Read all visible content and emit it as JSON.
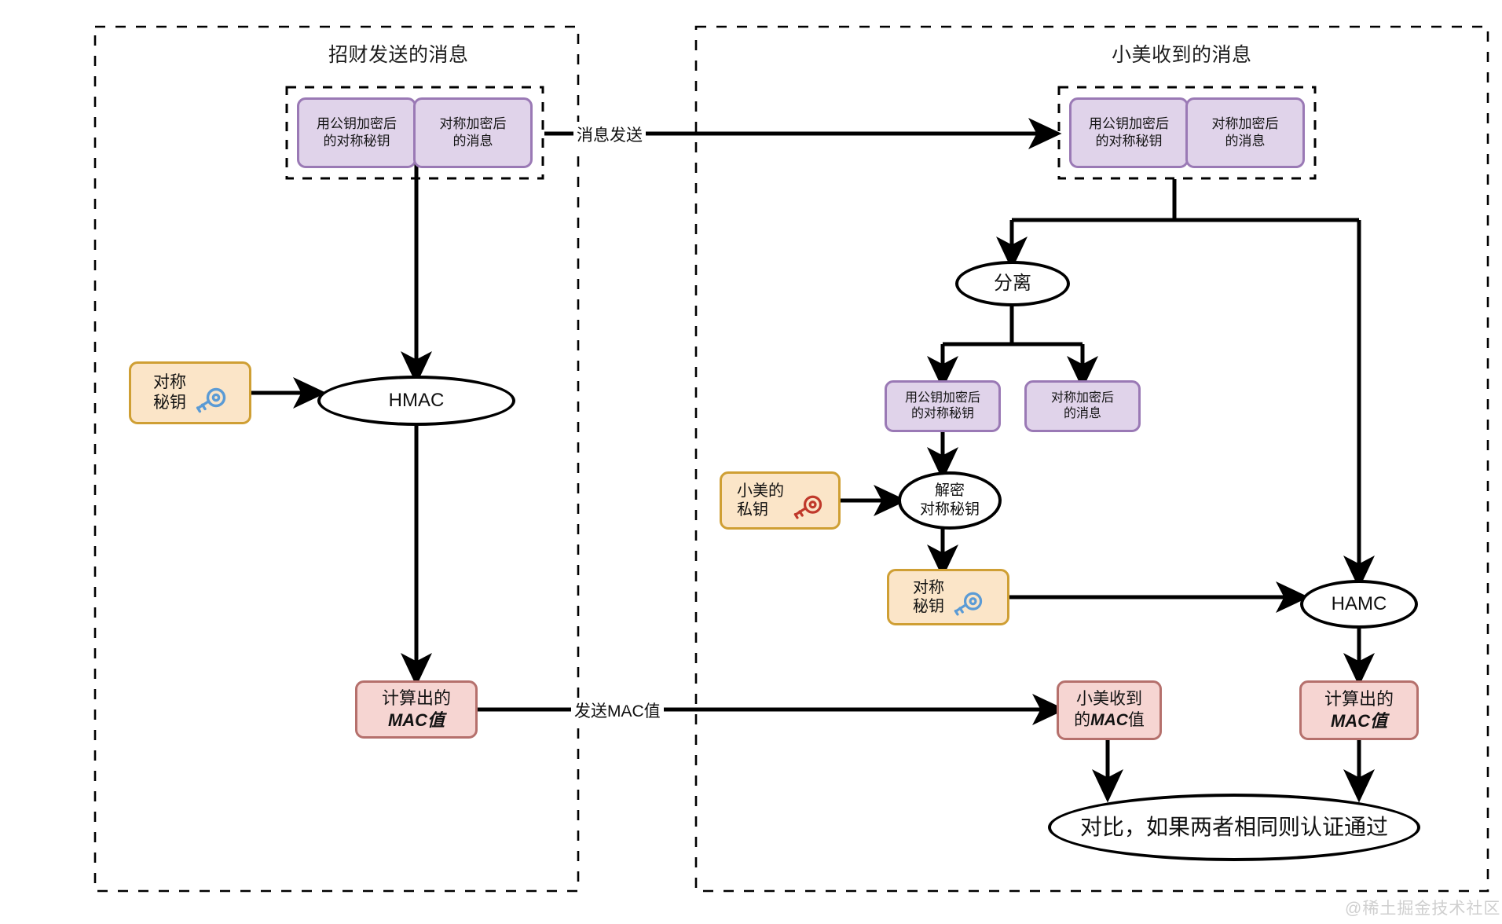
{
  "diagram": {
    "title_sender": "招财发送的消息",
    "title_receiver": "小美收到的消息",
    "watermark": "@稀土掘金技术社区"
  },
  "left_panel": {
    "title": "招财发送的消息",
    "msg_group": {
      "enc_key_box": "用公钥加密后\n的对称秘钥",
      "enc_msg_box": "对称加密后\n的消息"
    },
    "sym_key_box": "对称\n秘钥",
    "hmac_node": "HMAC",
    "mac_box": {
      "line1": "计算出的",
      "line2": "MAC值"
    }
  },
  "right_panel": {
    "title": "小美收到的消息",
    "msg_group": {
      "enc_key_box": "用公钥加密后\n的对称秘钥",
      "enc_msg_box": "对称加密后\n的消息"
    },
    "split_node": "分离",
    "split_out_key": "用公钥加密后\n的对称秘钥",
    "split_out_msg": "对称加密后\n的消息",
    "private_key_box": "小美的\n私钥",
    "decrypt_node": "解密\n对称秘钥",
    "sym_key_box": "对称\n秘钥",
    "hamc_node": "HAMC",
    "received_mac_box": {
      "line1": "小美收到",
      "line2_prefix": "的",
      "line2_italic": "MAC",
      "line2_suffix": "值"
    },
    "computed_mac_box": {
      "line1": "计算出的",
      "line2": "MAC值"
    },
    "compare_node": "对比，如果两者相同则认证通过"
  },
  "edges": {
    "send_message": "消息发送",
    "send_mac": "发送MAC值"
  },
  "colors": {
    "purple_fill": "#e0d3ea",
    "purple_stroke": "#9a79b5",
    "tan_fill": "#fbe5c8",
    "tan_stroke": "#cf9f34",
    "red_fill": "#f6d5d2",
    "red_stroke": "#b5706c",
    "key_blue": "#5b9bd5",
    "key_red": "#c0392b",
    "line": "#000000",
    "watermark": "#cfcfcf"
  }
}
